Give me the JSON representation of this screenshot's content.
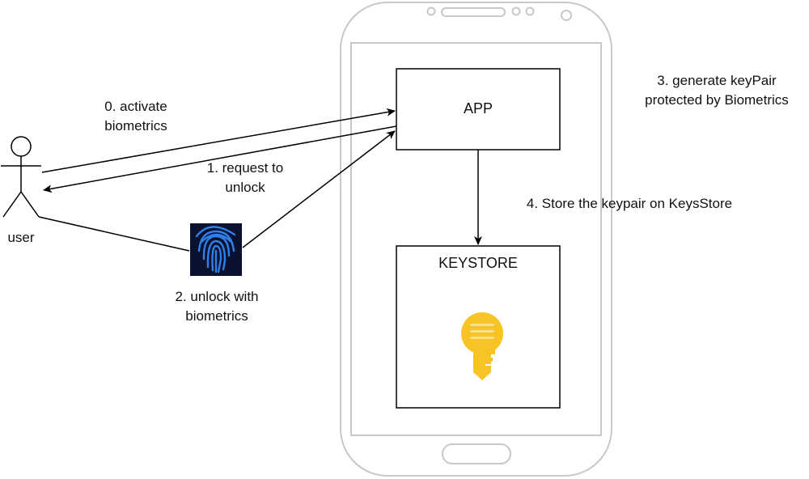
{
  "diagram": {
    "actor": {
      "label": "user"
    },
    "nodes": {
      "app": {
        "label": "APP"
      },
      "keystore": {
        "label": "KEYSTORE"
      }
    },
    "steps": {
      "activate": "0. activate\nbiometrics",
      "request_unlock": "1. request to\nunlock",
      "unlock_with_biometrics": "2. unlock with\nbiometrics",
      "generate_keypair": "3. generate keyPair\nprotected by Biometrics",
      "store_keypair": "4. Store the keypair on KeysStore"
    },
    "icons": {
      "fingerprint": "fingerprint-icon",
      "key": "key-icon",
      "phone": "phone-frame"
    },
    "colors": {
      "phone_outline": "#c8c8c8",
      "line": "#000000",
      "key": "#f7c325",
      "fingerprint_bg": "#0b1230",
      "fingerprint_lines": "#2f7fe8"
    }
  }
}
